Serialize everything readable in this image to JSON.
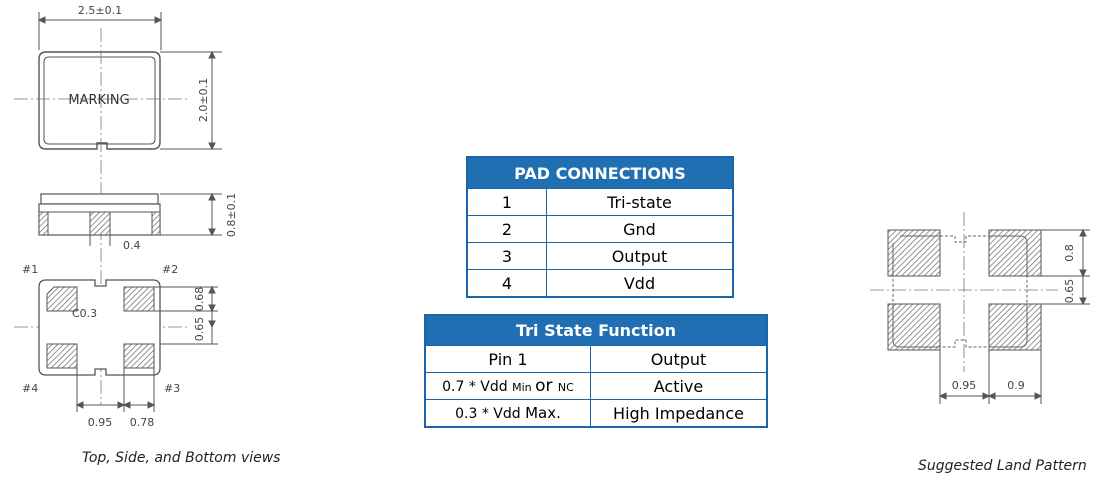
{
  "left_views": {
    "width_dim": "2.5±0.1",
    "height_dim": "2.0±0.1",
    "marking": "MARKING",
    "side_height_dim": "0.8±0.1",
    "side_width_dim": "0.4",
    "pin1": "#1",
    "pin2": "#2",
    "pin3": "#3",
    "pin4": "#4",
    "chamfer": "C0.3",
    "pad_height_dim": "0.68",
    "pad_offset_dim": "0.65",
    "pitch_dim": "0.95",
    "pad_width_dim": "0.78",
    "caption": "Top, Side, and  Bottom  views"
  },
  "pad_connections": {
    "title": "PAD CONNECTIONS",
    "rows": [
      {
        "pin": "1",
        "function": "Tri-state"
      },
      {
        "pin": "2",
        "function": "Gnd"
      },
      {
        "pin": "3",
        "function": "Output"
      },
      {
        "pin": "4",
        "function": "Vdd"
      }
    ]
  },
  "tri_state": {
    "title": "Tri State Function",
    "header_left": "Pin 1",
    "header_right": "Output",
    "row1_a": "0.7 * Vdd ",
    "row1_b": "Min ",
    "row1_c": "or ",
    "row1_d": "NC",
    "row1_result": "Active",
    "row2_a": "0.3 * Vdd ",
    "row2_b": "Max.",
    "row2_result": "High Impedance"
  },
  "land_pattern": {
    "pad_height_dim": "0.8",
    "pad_gap_dim": "0.65",
    "pitch_dim": "0.95",
    "pad_width_dim": "0.9",
    "caption": "Suggested Land Pattern"
  }
}
